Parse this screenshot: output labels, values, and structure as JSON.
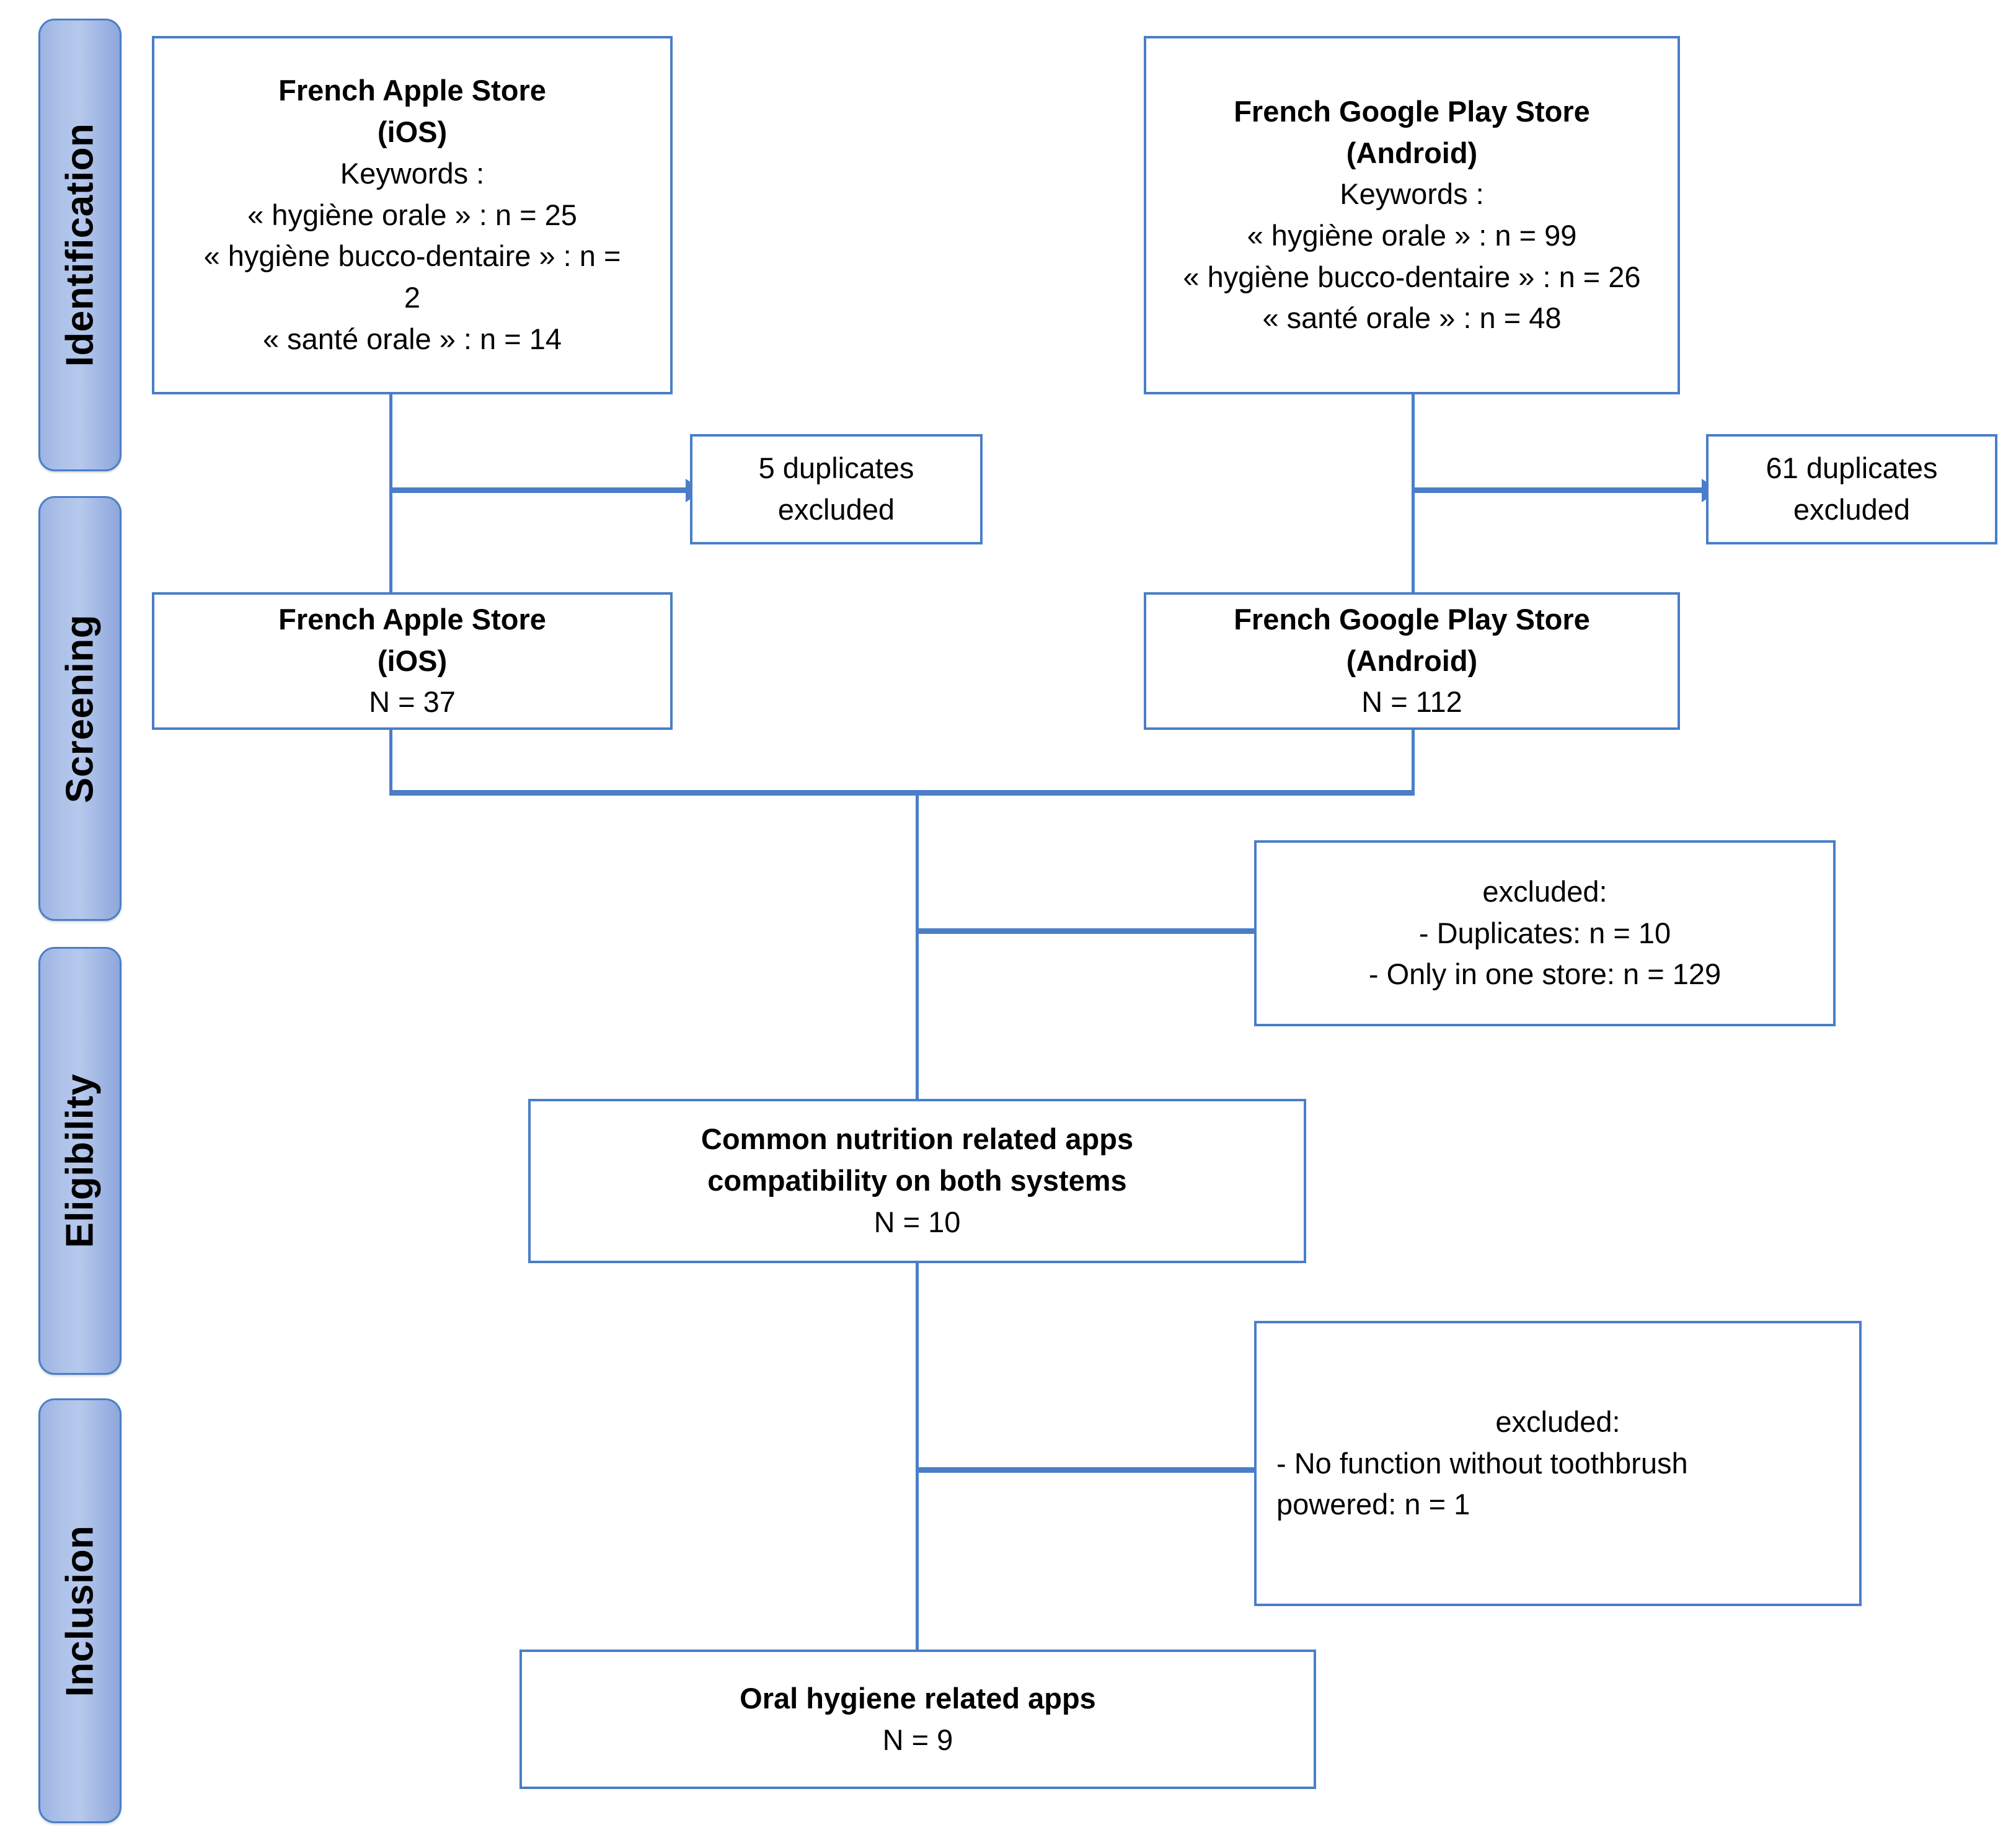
{
  "diagram": {
    "title": "PRISMA flow diagram of mobile application selection",
    "accent_color": "#4a7ec8",
    "tab_fill_color": "#aec2ea",
    "background_color": "#ffffff"
  },
  "phases": [
    {
      "id": "identification",
      "label": "Identification"
    },
    {
      "id": "screening",
      "label": "Screening"
    },
    {
      "id": "eligibility",
      "label": "Eligibility"
    },
    {
      "id": "inclusion",
      "label": "Inclusion"
    }
  ],
  "boxes": {
    "apple_identification": {
      "title_line1": "French Apple Store",
      "title_line2": "(iOS)",
      "keywords_label": "Keywords :",
      "keyword1": "« hygiène orale » : n = 25",
      "keyword2": "« hygiène bucco-dentaire » : n =",
      "keyword2_wrap": "2",
      "keyword3": "« santé orale » : n = 14"
    },
    "google_identification": {
      "title_line1": "French Google Play Store",
      "title_line2": "(Android)",
      "keywords_label": "Keywords :",
      "keyword1": "« hygiène orale » : n = 99",
      "keyword2": "« hygiène bucco-dentaire » : n = 26",
      "keyword3": "« santé orale » : n = 48"
    },
    "apple_duplicates": {
      "line1": "5 duplicates",
      "line2": "excluded"
    },
    "google_duplicates": {
      "line1": "61 duplicates",
      "line2": "excluded"
    },
    "apple_screening": {
      "title_line1": "French Apple Store",
      "title_line2": "(iOS)",
      "count": "N = 37"
    },
    "google_screening": {
      "title_line1": "French Google Play Store",
      "title_line2": "(Android)",
      "count": "N = 112"
    },
    "eligibility_excluded": {
      "heading": "excluded:",
      "reason1": "- Duplicates: n = 10",
      "reason2": "- Only in one store: n = 129"
    },
    "common_apps": {
      "title_line1": "Common nutrition related apps",
      "title_line2": "compatibility on both systems",
      "count": "N = 10"
    },
    "inclusion_excluded": {
      "heading": "excluded:",
      "reason1": "- No function without  toothbrush",
      "reason2": "powered: n = 1"
    },
    "final": {
      "title": "Oral hygiene  related apps",
      "count": "N = 9"
    }
  },
  "chart_data": {
    "type": "diagram",
    "title": "PRISMA flow diagram",
    "nodes": [
      {
        "id": "apple_identification",
        "phase": "Identification",
        "counts": {
          "hygiene orale": 25,
          "hygiene bucco-dentaire": 2,
          "sante orale": 14
        }
      },
      {
        "id": "google_identification",
        "phase": "Identification",
        "counts": {
          "hygiene orale": 99,
          "hygiene bucco-dentaire": 26,
          "sante orale": 48
        }
      },
      {
        "id": "apple_duplicates",
        "phase": "Identification",
        "excluded": 5
      },
      {
        "id": "google_duplicates",
        "phase": "Identification",
        "excluded": 61
      },
      {
        "id": "apple_screening",
        "phase": "Screening",
        "N": 37
      },
      {
        "id": "google_screening",
        "phase": "Screening",
        "N": 112
      },
      {
        "id": "eligibility_excluded",
        "phase": "Eligibility",
        "duplicates": 10,
        "only_in_one_store": 129
      },
      {
        "id": "common_apps",
        "phase": "Eligibility",
        "N": 10
      },
      {
        "id": "inclusion_excluded",
        "phase": "Inclusion",
        "no_function_without_powered_toothbrush": 1
      },
      {
        "id": "final",
        "phase": "Inclusion",
        "N": 9
      }
    ]
  }
}
